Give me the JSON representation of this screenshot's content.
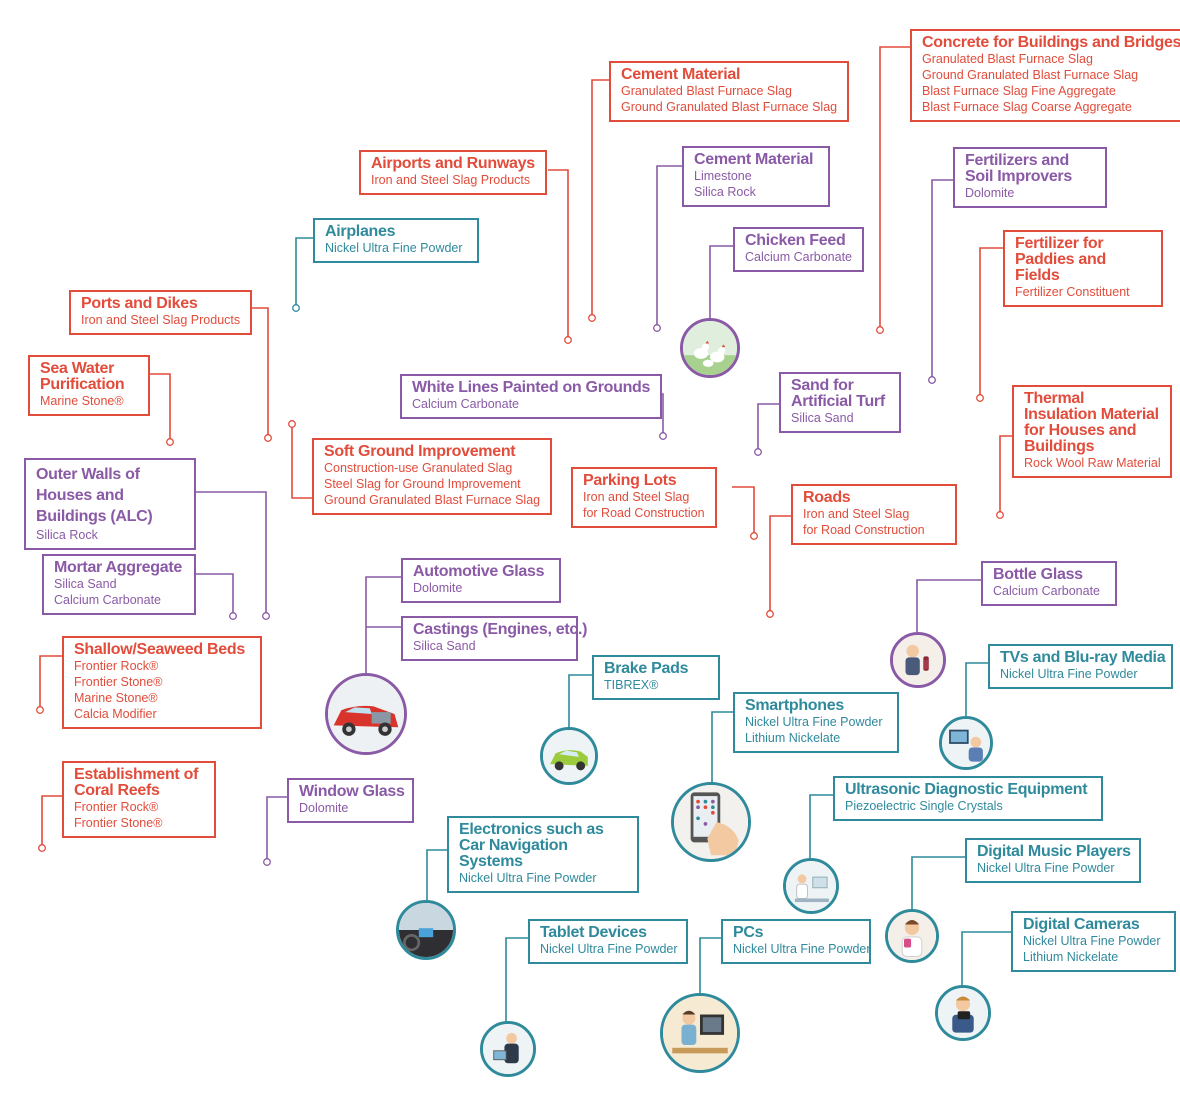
{
  "colors": {
    "construction": "#e24c3b",
    "minerals": "#8a5aa6",
    "electronics": "#2f8a9c"
  },
  "icons": [
    "chickens-icon",
    "car-icon",
    "person-wine-icon",
    "tv-viewer-icon",
    "compact-car-icon",
    "smartphone-hand-icon",
    "ultrasound-icon",
    "music-player-user-icon",
    "car-dashboard-icon",
    "tablet-user-icon",
    "pc-user-icon",
    "camera-user-icon"
  ],
  "items": [
    {
      "title": "Concrete for Buildings and Bridges",
      "subs": [
        "Granulated Blast Furnace Slag",
        "Ground Granulated Blast Furnace Slag",
        "Blast Furnace Slag Fine Aggregate",
        "Blast Furnace Slag Coarse Aggregate"
      ]
    },
    {
      "title": "Cement Material",
      "subs": [
        "Granulated Blast Furnace Slag",
        "Ground Granulated Blast Furnace Slag"
      ]
    },
    {
      "title": "Airports and Runways",
      "subs": [
        "Iron and Steel Slag Products"
      ]
    },
    {
      "title": "Cement Material",
      "subs": [
        "Limestone",
        "Silica Rock"
      ]
    },
    {
      "title": "Fertilizers and Soil Improvers",
      "subs": [
        "Dolomite"
      ]
    },
    {
      "title": "Airplanes",
      "subs": [
        "Nickel Ultra Fine Powder"
      ]
    },
    {
      "title": "Chicken Feed",
      "subs": [
        "Calcium Carbonate"
      ]
    },
    {
      "title": "Fertilizer for Paddies and Fields",
      "subs": [
        "Fertilizer Constituent"
      ]
    },
    {
      "title": "Ports and Dikes",
      "subs": [
        "Iron and Steel Slag Products"
      ]
    },
    {
      "title": "Sea Water Purification",
      "subs": [
        "Marine Stone®"
      ]
    },
    {
      "title": "White Lines Painted on Grounds",
      "subs": [
        "Calcium Carbonate"
      ]
    },
    {
      "title": "Sand for Artificial Turf",
      "subs": [
        "Silica Sand"
      ]
    },
    {
      "title": "Thermal Insulation Material for Houses and Buildings",
      "subs": [
        "Rock Wool Raw Material"
      ]
    },
    {
      "title": "Soft Ground Improvement",
      "subs": [
        "Construction-use Granulated Slag",
        "Steel Slag for Ground Improvement",
        "Ground Granulated Blast Furnace Slag"
      ]
    },
    {
      "title": "Outer Walls of Houses and Buildings (ALC)",
      "subs": [
        "Silica Rock"
      ]
    },
    {
      "title": "Parking Lots",
      "subs": [
        "Iron and Steel Slag",
        "for Road Construction"
      ]
    },
    {
      "title": "Roads",
      "subs": [
        "Iron and Steel Slag",
        "for Road Construction"
      ]
    },
    {
      "title": "Mortar Aggregate",
      "subs": [
        "Silica Sand",
        "Calcium Carbonate"
      ]
    },
    {
      "title": "Automotive Glass",
      "subs": [
        "Dolomite"
      ]
    },
    {
      "title": "Bottle Glass",
      "subs": [
        "Calcium Carbonate"
      ]
    },
    {
      "title": "Castings (Engines, etc.)",
      "subs": [
        "Silica Sand"
      ]
    },
    {
      "title": "Shallow/Seaweed Beds",
      "subs": [
        "Frontier Rock®",
        "Frontier Stone®",
        "Marine Stone®",
        "Calcia Modifier"
      ]
    },
    {
      "title": "TVs and Blu-ray Media",
      "subs": [
        "Nickel Ultra Fine Powder"
      ]
    },
    {
      "title": "Brake Pads",
      "subs": [
        "TIBREX®"
      ]
    },
    {
      "title": "Smartphones",
      "subs": [
        "Nickel Ultra Fine Powder",
        "Lithium Nickelate"
      ]
    },
    {
      "title": "Establishment of Coral Reefs",
      "subs": [
        "Frontier Rock®",
        "Frontier Stone®"
      ]
    },
    {
      "title": "Window Glass",
      "subs": [
        "Dolomite"
      ]
    },
    {
      "title": "Ultrasonic Diagnostic Equipment",
      "subs": [
        "Piezoelectric Single Crystals"
      ]
    },
    {
      "title": "Electronics such as Car Navigation Systems",
      "subs": [
        "Nickel Ultra Fine Powder"
      ]
    },
    {
      "title": "Digital Music Players",
      "subs": [
        "Nickel Ultra Fine Powder"
      ]
    },
    {
      "title": "Tablet Devices",
      "subs": [
        "Nickel Ultra Fine Powder"
      ]
    },
    {
      "title": "PCs",
      "subs": [
        "Nickel Ultra Fine Powder"
      ]
    },
    {
      "title": "Digital Cameras",
      "subs": [
        "Nickel Ultra Fine Powder",
        "Lithium Nickelate"
      ]
    }
  ]
}
